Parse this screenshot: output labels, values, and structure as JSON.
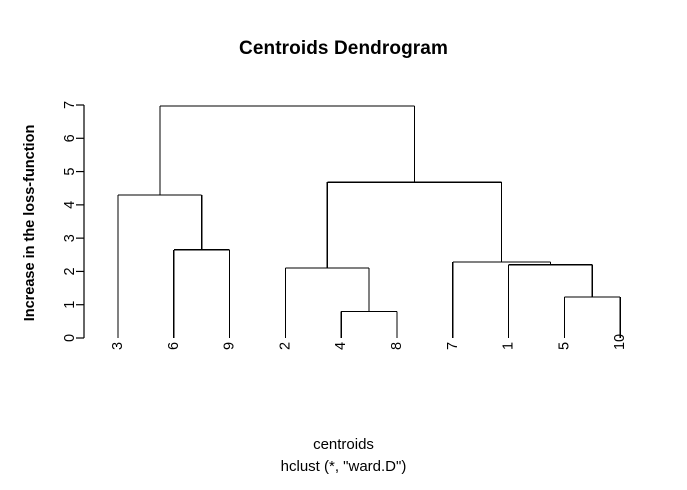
{
  "plot": {
    "title": "Centroids Dendrogram",
    "xlab_line1": "centroids",
    "xlab_line2": "hclust (*, \"ward.D\")",
    "ylab": "Increase in the loss-function",
    "line_color": "#000000",
    "background": "#ffffff"
  },
  "chart_data": {
    "type": "dendrogram",
    "title": "Centroids Dendrogram",
    "xlabel": "centroids",
    "sublabel": "hclust (*, \"ward.D\")",
    "ylabel": "Increase in the loss-function",
    "ylim": [
      0,
      7
    ],
    "yticks": [
      0,
      1,
      2,
      3,
      4,
      5,
      6,
      7
    ],
    "grid": false,
    "legend": "none",
    "method": "ward.D",
    "leaf_order": [
      "3",
      "6",
      "9",
      "2",
      "4",
      "8",
      "7",
      "1",
      "5",
      "10"
    ],
    "leaves": [
      {
        "label": "3",
        "x": 1
      },
      {
        "label": "6",
        "x": 2
      },
      {
        "label": "9",
        "x": 3
      },
      {
        "label": "2",
        "x": 4
      },
      {
        "label": "4",
        "x": 5
      },
      {
        "label": "8",
        "x": 6
      },
      {
        "label": "7",
        "x": 7
      },
      {
        "label": "1",
        "x": 8
      },
      {
        "label": "5",
        "x": 9
      },
      {
        "label": "10",
        "x": 10
      }
    ],
    "merges": [
      {
        "id": "m1",
        "left": "6",
        "right": "9",
        "height": 2.65
      },
      {
        "id": "m2",
        "left": "4",
        "right": "8",
        "height": 0.8
      },
      {
        "id": "m3",
        "left": "5",
        "right": "10",
        "height": 1.23
      },
      {
        "id": "m4",
        "left": "1",
        "right": "m3",
        "height": 2.2
      },
      {
        "id": "m5",
        "left": "3",
        "right": "m1",
        "height": 4.3
      },
      {
        "id": "m6",
        "left": "2",
        "right": "m2",
        "height": 2.1
      },
      {
        "id": "m7",
        "left": "7",
        "right": "m4",
        "height": 2.28
      },
      {
        "id": "m8",
        "left": "m6",
        "right": "m7",
        "height": 4.68
      },
      {
        "id": "m9",
        "left": "m5",
        "right": "m8",
        "height": 6.97
      }
    ]
  },
  "axis": {
    "ticks": [
      "0",
      "1",
      "2",
      "3",
      "4",
      "5",
      "6",
      "7"
    ]
  }
}
